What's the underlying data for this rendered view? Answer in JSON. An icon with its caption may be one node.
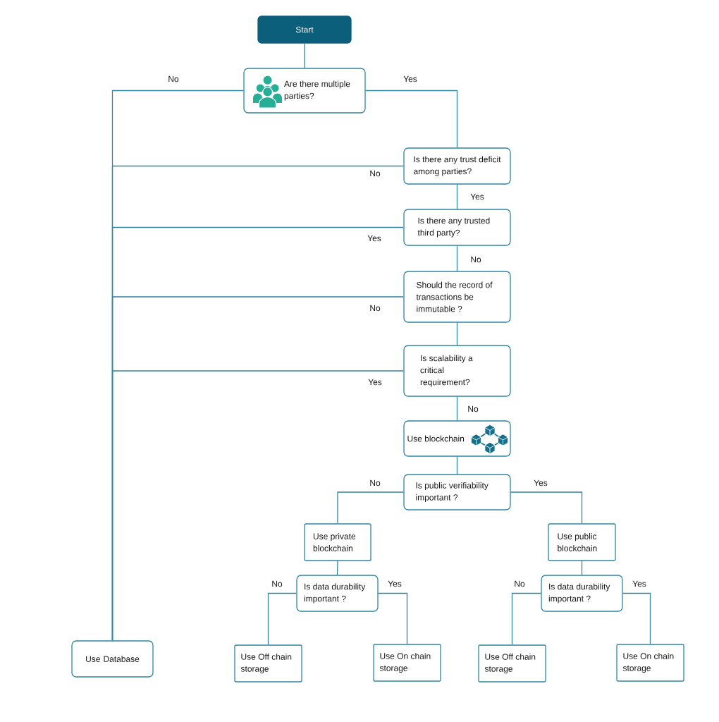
{
  "diagram": {
    "nodes": [
      {
        "text": [
          "Start"
        ]
      },
      {
        "text": [
          "Are there multiple parties?"
        ]
      },
      {
        "text": [
          "Is there any trust deficit among parties?"
        ]
      },
      {
        "text": [
          "Is there any trusted third party?"
        ]
      },
      {
        "text": [
          "Should the record of transactions be immutable ?"
        ]
      },
      {
        "text": [
          "Is scalability a critical requirement?"
        ]
      },
      {
        "text": [
          "Use blockchain"
        ]
      },
      {
        "text": [
          "Is public verifiability important ?"
        ]
      },
      {
        "text": [
          "Use private blockchain"
        ]
      },
      {
        "text": [
          "Use public blockchain"
        ]
      },
      {
        "text": [
          "Is data durability important ?"
        ]
      },
      {
        "text": [
          "Is data durability important ?"
        ]
      },
      {
        "text": [
          "Use Database"
        ]
      },
      {
        "text": [
          "Use Off chain storage"
        ]
      },
      {
        "text": [
          "Use On chain storage"
        ]
      },
      {
        "text": [
          "Use Off chain storage"
        ]
      },
      {
        "text": [
          "Use On chain storage"
        ]
      }
    ],
    "edges": [
      {
        "from": 0,
        "to": 1,
        "arrow": "none"
      },
      {
        "from": 1,
        "to": 12,
        "arrow": "none",
        "label": "No"
      },
      {
        "from": 1,
        "to": 2,
        "arrow": "none",
        "label": "Yes"
      },
      {
        "from": 2,
        "to": 12,
        "arrow": "none",
        "label": "No"
      },
      {
        "from": 2,
        "to": 3,
        "arrow": "none",
        "label": "Yes"
      },
      {
        "from": 3,
        "to": 12,
        "arrow": "none",
        "label": "Yes"
      },
      {
        "from": 3,
        "to": 4,
        "arrow": "none",
        "label": "No"
      },
      {
        "from": 4,
        "to": 12,
        "arrow": "none",
        "label": "No"
      },
      {
        "from": 4,
        "to": 5,
        "arrow": "none"
      },
      {
        "from": 5,
        "to": 12,
        "arrow": "none",
        "label": "Yes"
      },
      {
        "from": 5,
        "to": 6,
        "arrow": "none",
        "label": "No"
      },
      {
        "from": 6,
        "to": 7,
        "arrow": "none"
      },
      {
        "from": 7,
        "to": 8,
        "arrow": "none",
        "label": "No"
      },
      {
        "from": 7,
        "to": 9,
        "arrow": "none",
        "label": "Yes"
      },
      {
        "from": 8,
        "to": 10,
        "arrow": "none"
      },
      {
        "from": 9,
        "to": 11,
        "arrow": "none"
      },
      {
        "from": 10,
        "to": 13,
        "arrow": "none",
        "label": "No"
      },
      {
        "from": 10,
        "to": 14,
        "arrow": "none",
        "label": "Yes"
      },
      {
        "from": 11,
        "to": 15,
        "arrow": "none",
        "label": "No"
      },
      {
        "from": 11,
        "to": 16,
        "arrow": "none",
        "label": "Yes"
      }
    ]
  }
}
